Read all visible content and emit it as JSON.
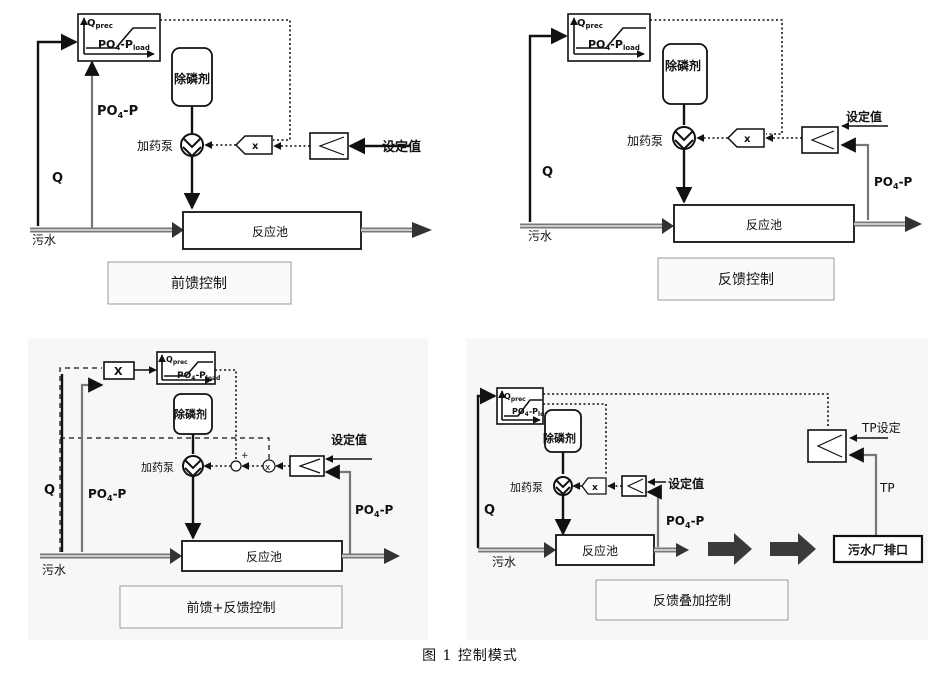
{
  "figure_caption": "图 1 控制模式",
  "common": {
    "q_prec": "Q",
    "q_prec_sub": "prec",
    "po4_load": "PO",
    "po4_load_sub": "4",
    "po4_load_mid": "-P",
    "po4_load_sub2": "load",
    "po4_p": "PO",
    "po4_p_sub": "4",
    "po4_p_tail": "-P"
  },
  "panels": [
    {
      "caption": "前馈控制",
      "chemical": "除磷剂",
      "pump": "加药泵",
      "multiplier": "x",
      "setpoint": "设定值",
      "q": "Q",
      "wastewater": "污水",
      "tank": "反应池"
    },
    {
      "caption": "反馈控制",
      "chemical": "除磷剂",
      "pump": "加药泵",
      "multiplier": "x",
      "setpoint": "设定值",
      "q": "Q",
      "wastewater": "污水",
      "tank": "反应池"
    },
    {
      "caption": "前馈+反馈控制",
      "chemical": "除磷剂",
      "pump": "加药泵",
      "multiplier": "X",
      "multiplier2": "x",
      "plus": "+",
      "setpoint": "设定值",
      "q": "Q",
      "wastewater": "污水",
      "tank": "反应池"
    },
    {
      "caption": "反馈叠加控制",
      "chemical": "除磷剂",
      "pump": "加药泵",
      "multiplier": "x",
      "setpoint": "设定值",
      "tp_setpoint": "TP设定",
      "tp": "TP",
      "q": "Q",
      "wastewater": "污水",
      "tank": "反应池",
      "outlet": "污水厂排口"
    }
  ]
}
